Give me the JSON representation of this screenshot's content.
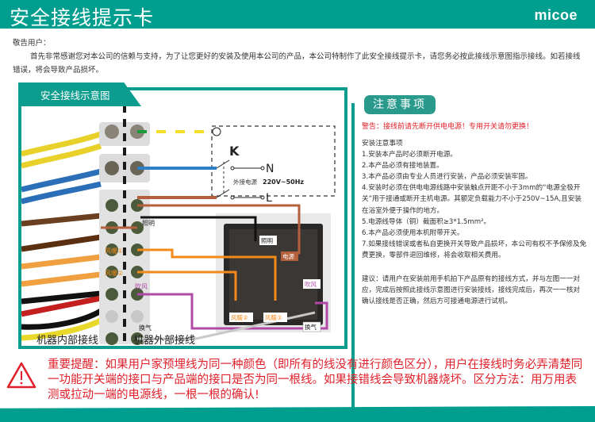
{
  "header": {
    "title": "安全接线提示卡",
    "subtitle": "A",
    "logo": "micoe"
  },
  "intro": {
    "greeting": "敬告用户：",
    "paragraph": "首先非常感谢您对本公司的信赖与支持，为了让您更好的安装及使用本公司的产品，本公司特制作了此安全接线提示卡，请您务必按此接线示意图指示接线。如若接线错误，将会导致产品损坏。"
  },
  "diagram": {
    "title": "安全接线示意图",
    "label_inner": "机器内部接线",
    "label_outer": "机器外部接线",
    "power_box": {
      "switch_label": "K",
      "neutral": "N",
      "live": "L",
      "source_label": "外接电源",
      "source_spec": "220V~50Hz"
    },
    "terminal_labels": [
      "照明",
      "风暖①",
      "风暖②",
      "吹风",
      "换气"
    ],
    "switch_labels": [
      "照明",
      "电源",
      "吹风",
      "风暖②",
      "风暖①",
      "换气"
    ],
    "wire_colors": {
      "earth_green": "#1a9a3a",
      "earth_yellow": "#f2e02a",
      "neutral_blue": "#2e7fc4",
      "live_brown": "#b5603c",
      "lighting_black": "#111111",
      "heater_orange": "#f28a1a",
      "blower_purple": "#b04aa6",
      "vent_grey": "#c8c8c8"
    }
  },
  "notes": {
    "title": "注意事项",
    "warning": "警告：接线前请先断开供电电源！专用开关请勿更换！",
    "heading": "安装注意事项",
    "items": [
      "1.安装本产品时必须断开电源。",
      "2.本产品必须有接地装置。",
      "3.本产品必须由专业人员进行安装，产品必须安装牢固。",
      "4.安装时必须在供电电源线路中安装触点开距不小于3mm的“电源全极开关”用于接通或断开主机电源。其额定负载能力不小于250V~15A,且安装在浴室外便于操作的地方。",
      "5.电源线导体（铜）截面积≥3*1.5mm²。",
      "6.本产品必须使用本机附带开关。",
      "7.如果接线错误或者私自更换开关导致产品损坏，本公司有权不予保修及免费更换，零部件退回维修，将会收取相关费用。"
    ],
    "advice": "建议：请用户在安装前用手机拍下产品原有的接线方式，并与左图一一对应，完成后按照此接线示意图进行安装接线，接线完成后，再次一一核对确认接线是否正确，然后方可接通电源进行试机。"
  },
  "reminder": {
    "icon": "warning-triangle-icon",
    "text": "重要提醒：如果用户家预埋线为同一种颜色（即所有的线没有进行颜色区分），用户在接线时务必弄清楚同一功能开关端的接口与产品端的接口是否为同一根线。如果接错线会导致机器烧坏。区分方法：用万用表测或拉动一端的电源线，一根一根的确认!"
  },
  "colors": {
    "brand": "#009e8f",
    "alert": "#e0202a"
  }
}
